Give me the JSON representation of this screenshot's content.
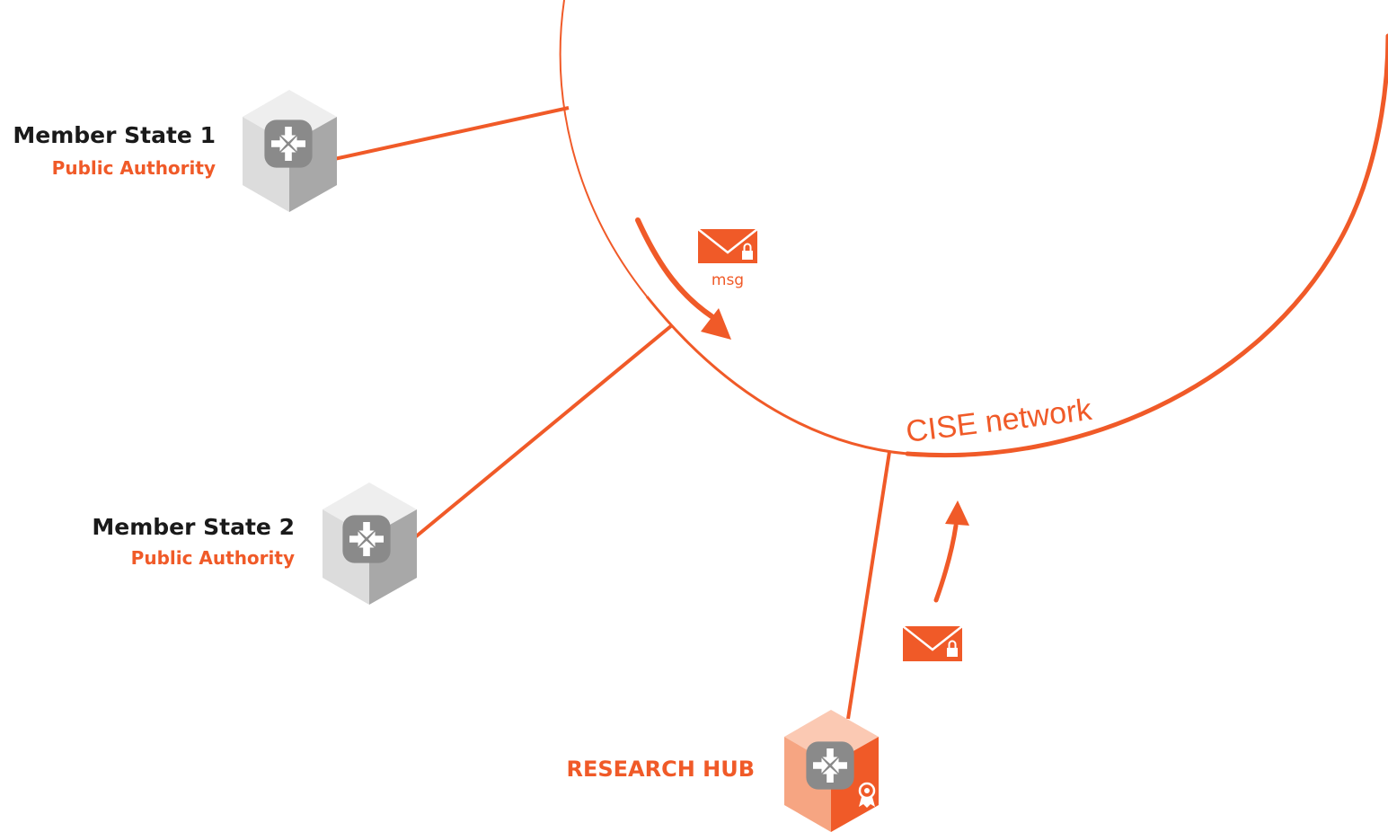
{
  "diagram": {
    "network_label": "CISE network",
    "nodes": [
      {
        "id": "ms1",
        "title": "Member State 1",
        "subtitle": "Public Authority"
      },
      {
        "id": "ms2",
        "title": "Member State 2",
        "subtitle": "Public Authority"
      },
      {
        "id": "hub",
        "title": "RESEARCH HUB"
      }
    ],
    "messages": [
      {
        "id": "msg-incoming",
        "label": "msg"
      },
      {
        "id": "msg-outgoing",
        "label": ""
      }
    ]
  },
  "colors": {
    "accent": "#f05a28",
    "node_gray_light": "#e6e6e6",
    "node_gray_mid": "#c9c9c9",
    "node_gray_dark": "#a3a3a3",
    "hub_light": "#f8b79c",
    "hub_mid": "#f49a75",
    "hub_dark": "#f05a28",
    "text_dark": "#1a1a1a"
  },
  "icons": {
    "node": "router-cube-icon",
    "hub": "router-cube-certified-icon",
    "message": "locked-envelope-icon",
    "flow": "curved-arrow-icon"
  }
}
